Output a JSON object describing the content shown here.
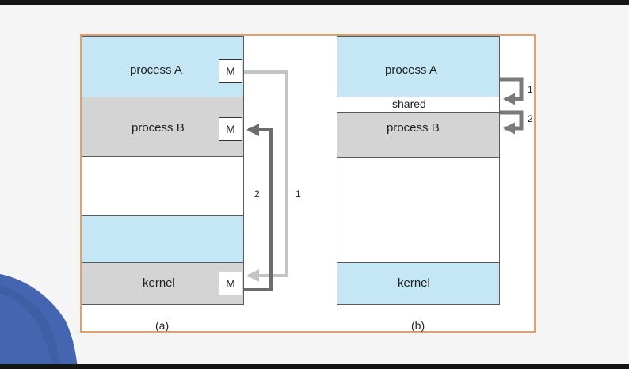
{
  "diagram_a": {
    "process_a": "process A",
    "process_b": "process B",
    "kernel": "kernel",
    "message_box": "M",
    "arrow_1": "1",
    "arrow_2": "2",
    "caption": "(a)"
  },
  "diagram_b": {
    "process_a": "process A",
    "shared": "shared",
    "process_b": "process B",
    "kernel": "kernel",
    "arrow_1": "1",
    "arrow_2": "2",
    "caption": "(b)"
  },
  "colors": {
    "frame": "#e0a06a",
    "process_blue": "#c5e6f5",
    "process_gray": "#d4d4d4",
    "arrow_light": "#c4c4c4",
    "arrow_dark": "#6c6c6c"
  }
}
